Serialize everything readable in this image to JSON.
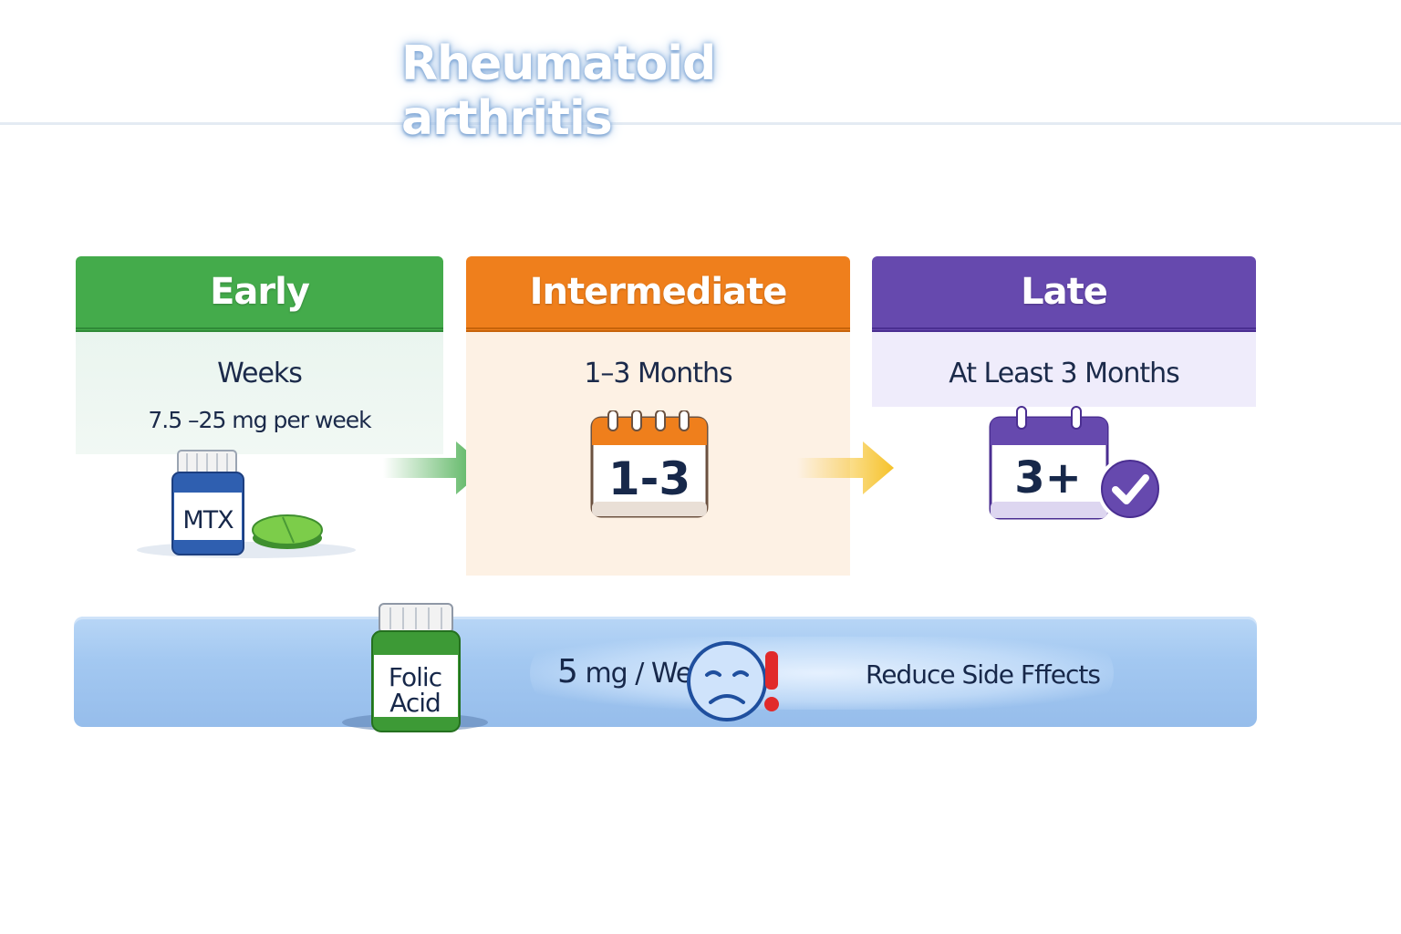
{
  "title": "Rheumatoid arthritis",
  "stages": [
    {
      "name": "Early",
      "duration": "Weeks",
      "dose": "7.5 –25 mg per week",
      "color": "#44ab4b",
      "medication_label": "MTX"
    },
    {
      "name": "Intermediate",
      "duration": "1–3 Months",
      "color": "#ef7f1c",
      "calendar_label": "1-3"
    },
    {
      "name": "Late",
      "duration": "At Least 3 Months",
      "color": "#6649ae",
      "calendar_label": "3+"
    }
  ],
  "supplement": {
    "bottle_label_line1": "Folic",
    "bottle_label_line2": "Acid",
    "dose_amount": "5",
    "dose_unit": "mg / Week",
    "note": "Reduce Side Fffects"
  },
  "icons": [
    "pill-bottle-icon",
    "tablet-icon",
    "arrow-right-icon",
    "calendar-icon",
    "check-circle-icon",
    "folic-acid-bottle-icon",
    "sad-face-icon",
    "exclamation-icon"
  ]
}
